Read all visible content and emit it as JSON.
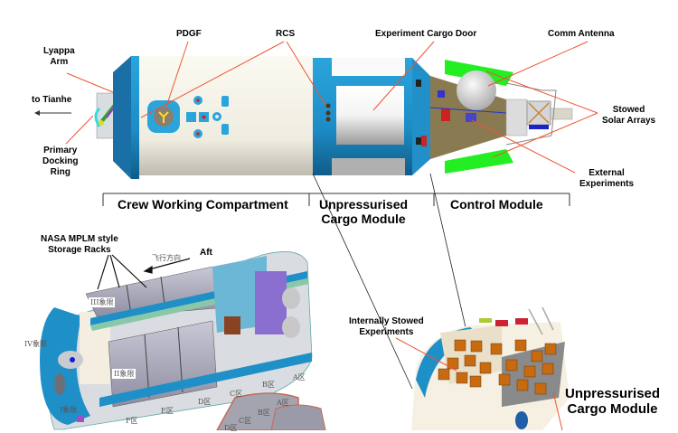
{
  "top_diagram": {
    "callouts": {
      "lyappa_arm": "Lyappa\nArm",
      "lyappa_arm_l1": "Lyappa",
      "lyappa_arm_l2": "Arm",
      "to_tianhe": "to Tianhe",
      "primary_docking_ring_l1": "Primary",
      "primary_docking_ring_l2": "Docking",
      "primary_docking_ring_l3": "Ring",
      "pdgf": "PDGF",
      "rcs": "RCS",
      "experiment_cargo_door": "Experiment Cargo Door",
      "comm_antenna": "Comm Antenna",
      "stowed_solar_arrays_l1": "Stowed",
      "stowed_solar_arrays_l2": "Solar Arrays",
      "external_experiments_l1": "External",
      "external_experiments_l2": "Experiments"
    },
    "sections": {
      "crew_working_compartment": "Crew Working Compartment",
      "unpressurised_cargo_module_l1": "Unpressurised",
      "unpressurised_cargo_module_l2": "Cargo Module",
      "control_module": "Control Module"
    }
  },
  "bottom_left_diagram": {
    "storage_racks_l1": "NASA MPLM style",
    "storage_racks_l2": "Storage Racks",
    "aft": "Aft",
    "flight_direction": "飞行方向",
    "quadrants": {
      "q1": "I象限",
      "q2": "II象限",
      "q3": "III象限",
      "q4": "IV象限"
    },
    "zones": {
      "a": "A区",
      "b": "B区",
      "c": "C区",
      "d": "D区",
      "e": "E区",
      "f": "F区"
    }
  },
  "bottom_right_diagram": {
    "internally_stowed_l1": "Internally Stowed",
    "internally_stowed_l2": "Experiments",
    "title_l1": "Unpressurised",
    "title_l2": "Cargo Module"
  },
  "colors": {
    "hull_blue": "#1e8fc8",
    "hull_white": "#f4f1e6",
    "solar_green": "#22ee22",
    "leader_red": "#ee5533",
    "cargo_orange": "#c86a10"
  }
}
